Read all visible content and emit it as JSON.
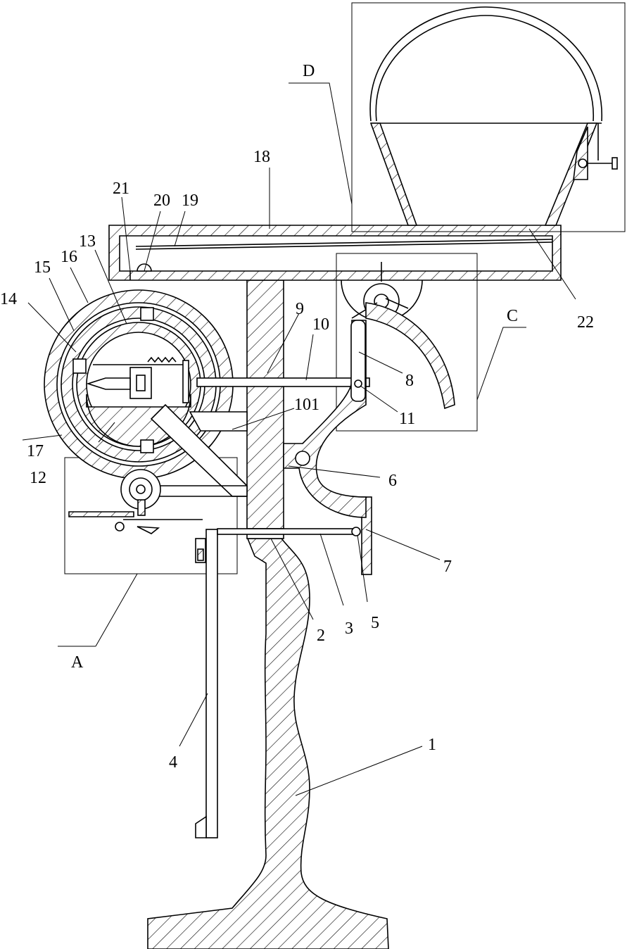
{
  "labels": {
    "l1": "1",
    "l2": "2",
    "l3": "3",
    "l4": "4",
    "l5": "5",
    "l6": "6",
    "l7": "7",
    "l8": "8",
    "l9": "9",
    "l10": "10",
    "l101": "101",
    "l11": "11",
    "l12": "12",
    "l13": "13",
    "l14": "14",
    "l15": "15",
    "l16": "16",
    "l17": "17",
    "l18": "18",
    "l19": "19",
    "l20": "20",
    "l21": "21",
    "l22": "22",
    "lA": "A",
    "lC": "C",
    "lD": "D"
  }
}
